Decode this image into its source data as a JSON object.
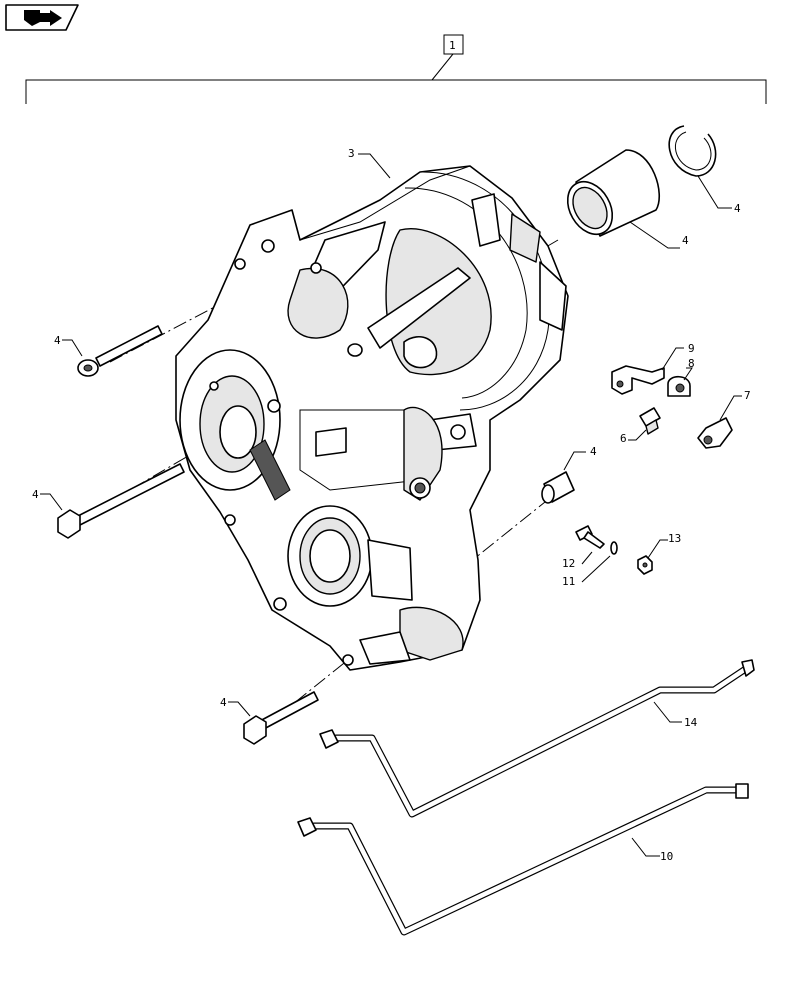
{
  "assembly_ref": "1",
  "nav_icon": "next-page-arrow-icon",
  "callouts": {
    "housing": "3",
    "bearing": "4",
    "snap_ring": "4",
    "bolt_upper": "4",
    "bolt_long": "4",
    "bolt_lower": "4",
    "dowel": "4",
    "fitting_straight": "6",
    "elbow": "7",
    "clip": "8",
    "bracket": "9",
    "tube_lower": "10",
    "washer": "11",
    "screw": "12",
    "nut": "13",
    "tube_upper": "14"
  }
}
